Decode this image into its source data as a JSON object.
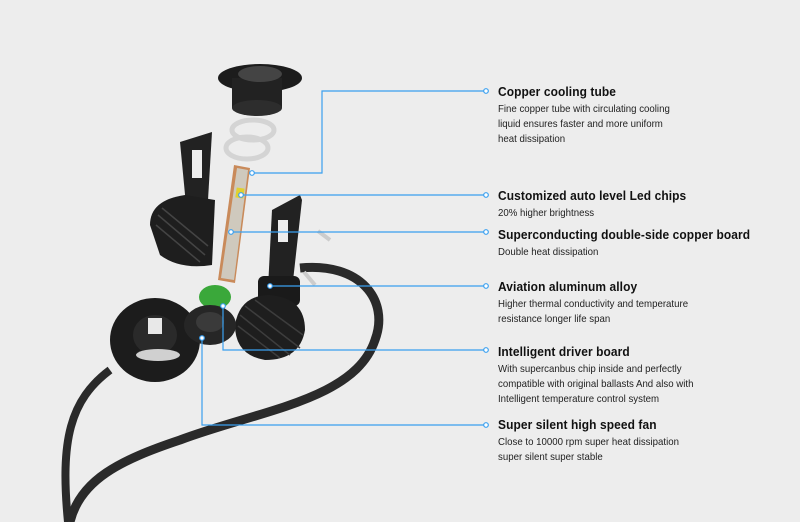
{
  "accent_color": "#3aa0f0",
  "features": [
    {
      "title": "Copper cooling tube",
      "lines": [
        "Fine copper tube with circulating cooling",
        "liquid ensures faster and more uniform",
        "heat dissipation"
      ]
    },
    {
      "title": "Customized auto level Led chips",
      "lines": [
        "20% higher brightness"
      ]
    },
    {
      "title": "Superconducting double-side copper board",
      "lines": [
        "Double heat dissipation"
      ]
    },
    {
      "title": "Aviation aluminum alloy",
      "lines": [
        "Higher thermal conductivity and temperature",
        "resistance longer life span"
      ]
    },
    {
      "title": "Intelligent driver board",
      "lines": [
        "With supercanbus chip inside  and perfectly",
        "compatible with original ballasts And also with",
        "Intelligent temperature control system"
      ]
    },
    {
      "title": "Super silent high speed fan",
      "lines": [
        "Close to 10000 rpm super heat dissipation",
        "super silent super stable"
      ]
    }
  ]
}
